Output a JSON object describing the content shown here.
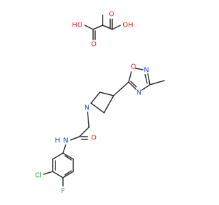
{
  "diagram": {
    "kind": "chemical-structure",
    "colors": {
      "bond": "#2b2b2b",
      "O": "#e0191b",
      "N": "#1f3ad6",
      "Cl": "#2fa52f",
      "F": "#2fa52f"
    },
    "atom_labels": {
      "oxalic_oh_left": "HO",
      "oxalic_oh_right": "OH",
      "oxalic_o_bottom_left": "O",
      "oxalic_o_top_right": "O",
      "oxadiazole_o": "O",
      "oxadiazole_n_top": "N",
      "oxadiazole_n_bottom": "N",
      "azetidine_n": "N",
      "amide_o": "O",
      "amide_nh": "N",
      "amide_h": "H",
      "chloro": "Cl",
      "fluoro": "F"
    }
  }
}
